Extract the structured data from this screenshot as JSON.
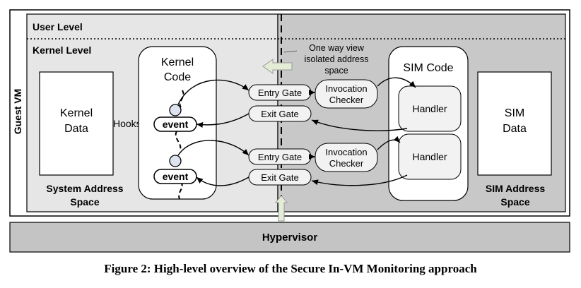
{
  "labels": {
    "guest_vm": "Guest VM",
    "user_level": "User Level",
    "kernel_level": "Kernel Level",
    "kernel_data": [
      "Kernel",
      "Data"
    ],
    "hooks": "Hooks",
    "kernel_code": [
      "Kernel",
      "Code"
    ],
    "event": "event",
    "entry_gate": "Entry Gate",
    "exit_gate": "Exit Gate",
    "invocation_checker": [
      "Invocation",
      "Checker"
    ],
    "annotation": [
      "One way view",
      "isolated address",
      "space"
    ],
    "sim_code": "SIM Code",
    "handler": "Handler",
    "sim_data": [
      "SIM",
      "Data"
    ],
    "system_address_space": [
      "System Address",
      "Space"
    ],
    "sim_address_space": [
      "SIM Address",
      "Space"
    ],
    "hypervisor": "Hypervisor"
  },
  "caption": "Figure 2: High-level overview of the Secure In-VM Monitoring approach"
}
